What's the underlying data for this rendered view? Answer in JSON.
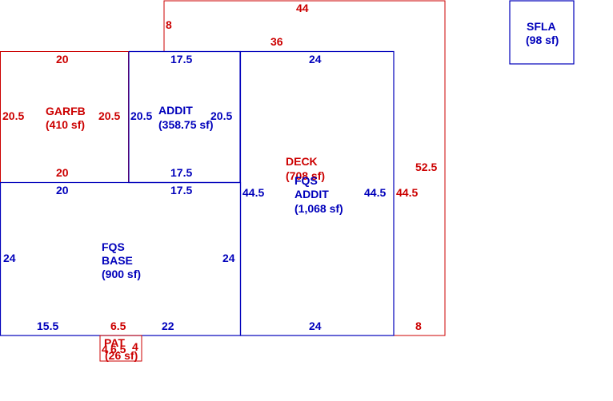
{
  "colors": {
    "red": "#cc0000",
    "blue": "#0000bb"
  },
  "deck": {
    "name": "DECK",
    "area": "(708 sf)",
    "dim_top": "44",
    "dim_left_upper": "8",
    "dim_top_inner": "36",
    "dim_right": "52.5",
    "dim_right_lower": "44.5",
    "dim_bottom": "8"
  },
  "sfla": {
    "name": "SFLA",
    "area": "(98 sf)"
  },
  "garfb": {
    "name": "GARFB",
    "area": "(410 sf)",
    "dim_top": "20",
    "dim_left": "20.5",
    "dim_right": "20.5",
    "dim_bottom": "20"
  },
  "addit_upper": {
    "name": "ADDIT",
    "area": "(358.75 sf)",
    "dim_top": "17.5",
    "dim_left": "20.5",
    "dim_right": "20.5",
    "dim_bottom": "17.5"
  },
  "fqs_addit": {
    "line1": "FQS",
    "line2": "ADDIT",
    "area": "(1,068 sf)",
    "dim_top": "24",
    "dim_left": "44.5",
    "dim_right": "44.5",
    "dim_bottom": "24"
  },
  "fqs_base": {
    "line1": "FQS",
    "line2": "BASE",
    "area": "(900 sf)",
    "dim_top_left": "20",
    "dim_top_right": "17.5",
    "dim_left": "24",
    "dim_right": "24",
    "dim_bottom_left": "15.5",
    "dim_bottom_mid": "6.5",
    "dim_bottom_right": "22"
  },
  "pat": {
    "name": "PAT",
    "area": "(26 sf)",
    "dim_left": "4",
    "dim_mid": "6.5",
    "dim_right": "4"
  }
}
